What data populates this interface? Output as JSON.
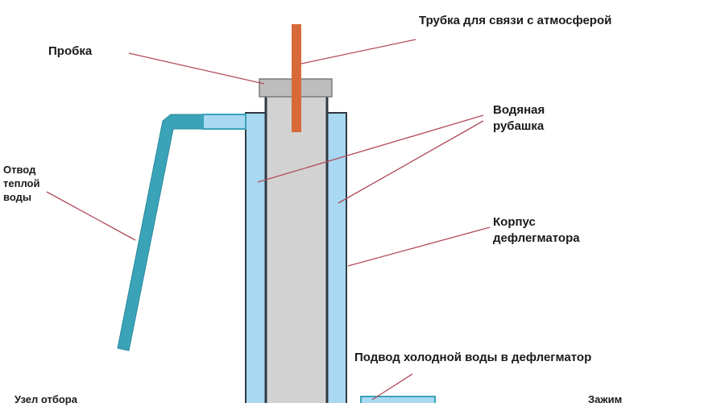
{
  "labels": {
    "tube": "Трубка для связи с атмосферой",
    "plug": "Пробка",
    "water_jacket": "Водяная\nрубашка",
    "warm_water_outlet": "Отвод\nтеплой\nводы",
    "body": "Корпус\nдефлегматора",
    "cold_water_inlet": "Подвод холодной воды в дефлегматор",
    "take_off_unit": "Узел отбора",
    "clamp": "Зажим"
  },
  "colors": {
    "jacket_water": "#a9d8f2",
    "pipe": "#3aa3b8",
    "inner_tube": "#d2d2d2",
    "wall": "#2e3a40",
    "copper_tube": "#d86a3a",
    "plug": "#bdbdbd",
    "leader": "#b14a5a"
  }
}
